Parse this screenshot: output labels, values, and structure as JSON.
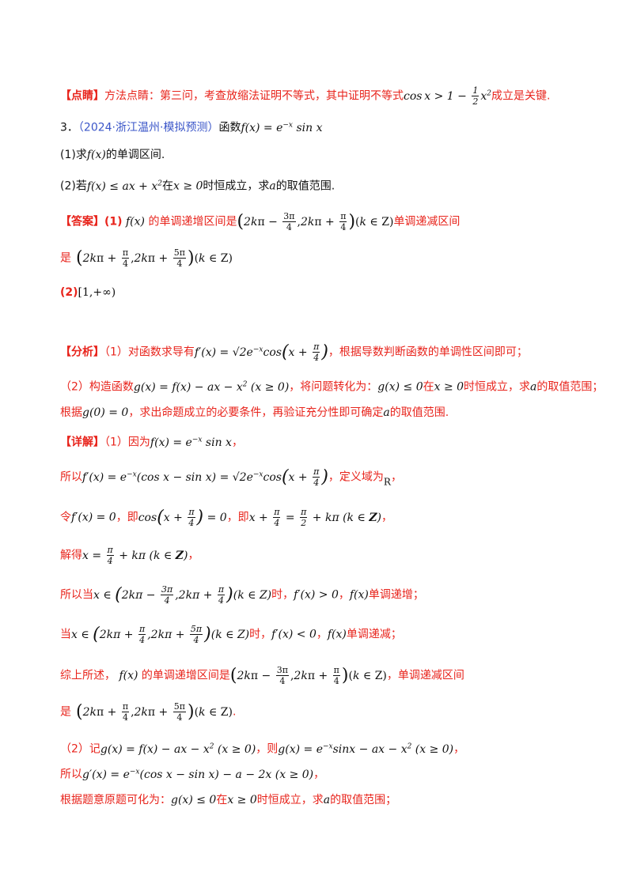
{
  "dianjing": {
    "label": "【点睛】",
    "text1": "方法点睛：第三问，考查放缩法证明不等式，其中证明不等式",
    "math": "cos x > 1 − ½x²",
    "text2": "成立是关键."
  },
  "problem": {
    "number": "3．",
    "source": "（2024·浙江温州·模拟预测）",
    "intro": "函数",
    "func": "f(x) = e⁻ˣ sin x",
    "q1_label": "(1)",
    "q1_text1": "求",
    "q1_text2": "的单调区间.",
    "q2_label": "(2)",
    "q2_text1": "若",
    "q2_text2": "在",
    "q2_text3": "时恒成立，求",
    "q2_text4": "的取值范围."
  },
  "answer": {
    "label": "【答案】",
    "p1_label": "(1)",
    "p1_text1": "的单调递增区间是",
    "p1_text2": "单调递减区间",
    "p1_text3": "是",
    "p2_label": "(2)",
    "p2_value": "[1,+∞)"
  },
  "analysis": {
    "label": "【分析】",
    "s1_label": "（1）",
    "s1_text1": "对函数求导有",
    "s1_text2": "，根据导数判断函数的单调性区间即可；",
    "s2_label": "（2）",
    "s2_text1": "构造函数",
    "s2_text2": "，将问题转化为：",
    "s2_text3": "在",
    "s2_text4": "时恒成立，求",
    "s2_text5": "的取值范围；",
    "s3_text1": "根据",
    "s3_text2": "，求出命题成立的必要条件，再验证充分性即可确定",
    "s3_text3": "的取值范围."
  },
  "detail": {
    "label": "【详解】",
    "l1_label": "（1）",
    "l1_text": "因为",
    "l2_text1": "所以",
    "l2_text2": "，定义域为",
    "l2_R": "R",
    "l3_text1": "令",
    "l3_text2": "，即",
    "l3_text3": "，即",
    "l4_text": "解得",
    "l5_text1": "所以当",
    "l5_text2": "时，",
    "l5_text3": "单调递增；",
    "l6_text1": "当",
    "l6_text2": "时，",
    "l6_text3": "单调递减；",
    "l7_text1": "综上所述，",
    "l7_text2": "的单调递增区间是",
    "l7_text3": "，单调递减区间",
    "l8_text": "是",
    "l9_label": "（2）",
    "l9_text1": "记",
    "l9_text2": "，则",
    "l10_text": "所以",
    "l11_text1": "根据题意原题可化为：",
    "l11_text2": "在",
    "l11_text3": "时恒成立，求",
    "l11_text4": "的取值范围；"
  }
}
